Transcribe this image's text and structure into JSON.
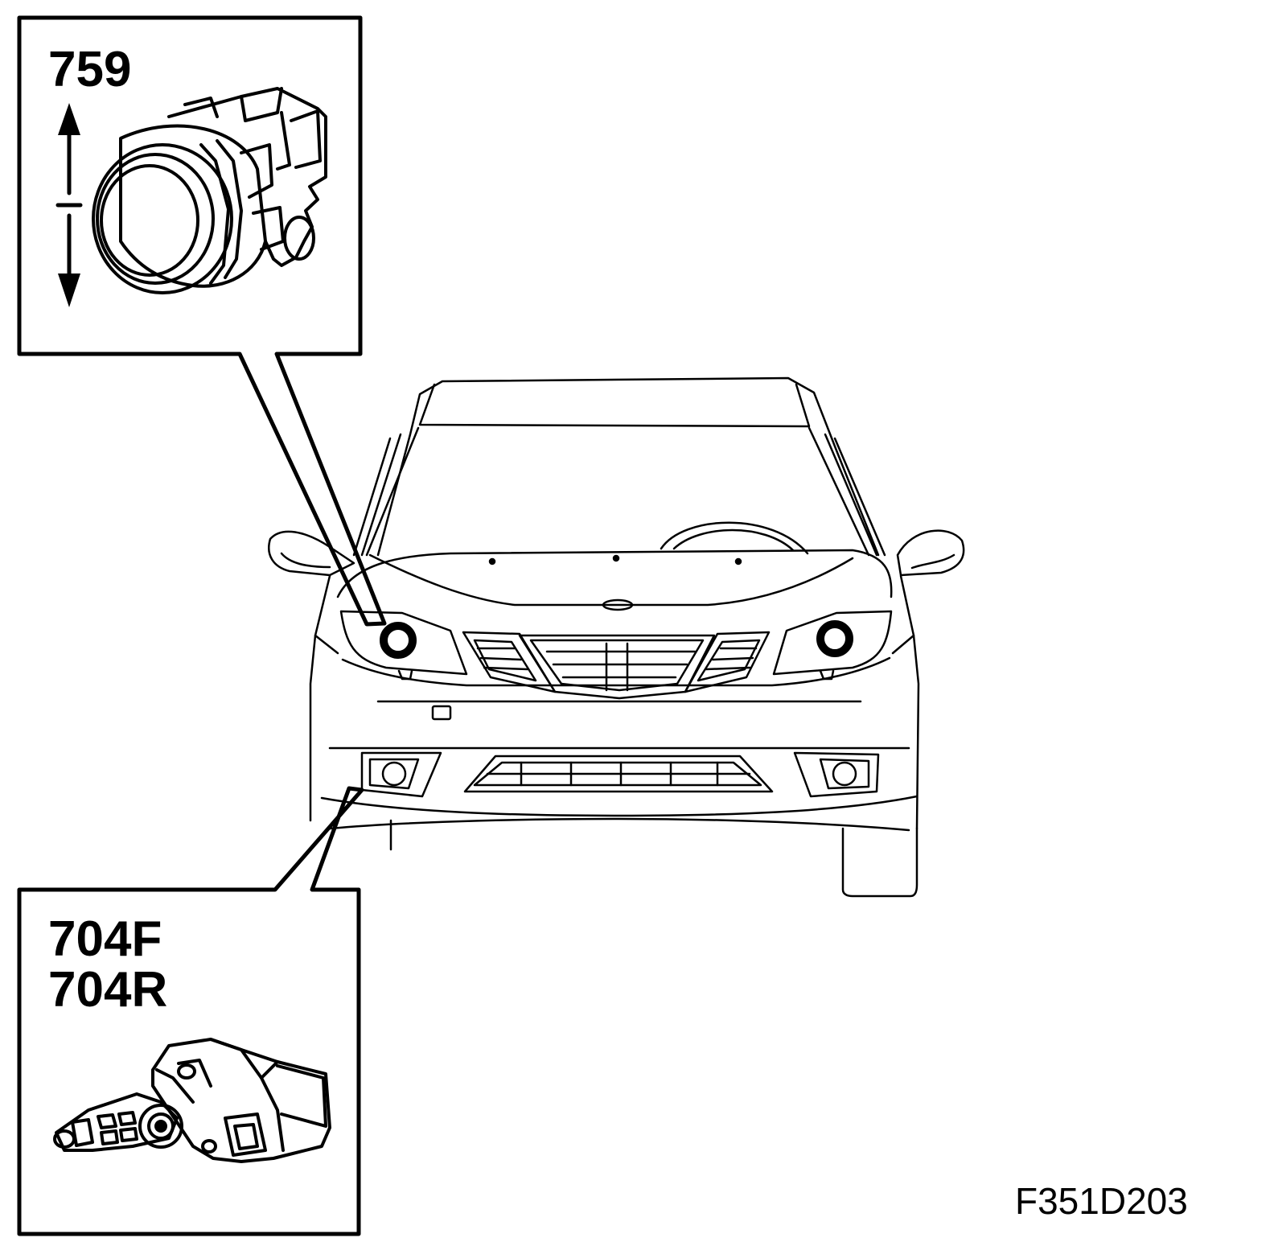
{
  "callouts": {
    "headlamp": {
      "label": "759"
    },
    "sensor": {
      "label_front": "704F",
      "label_rear": "704R"
    }
  },
  "figure": {
    "code": "F351D203"
  }
}
